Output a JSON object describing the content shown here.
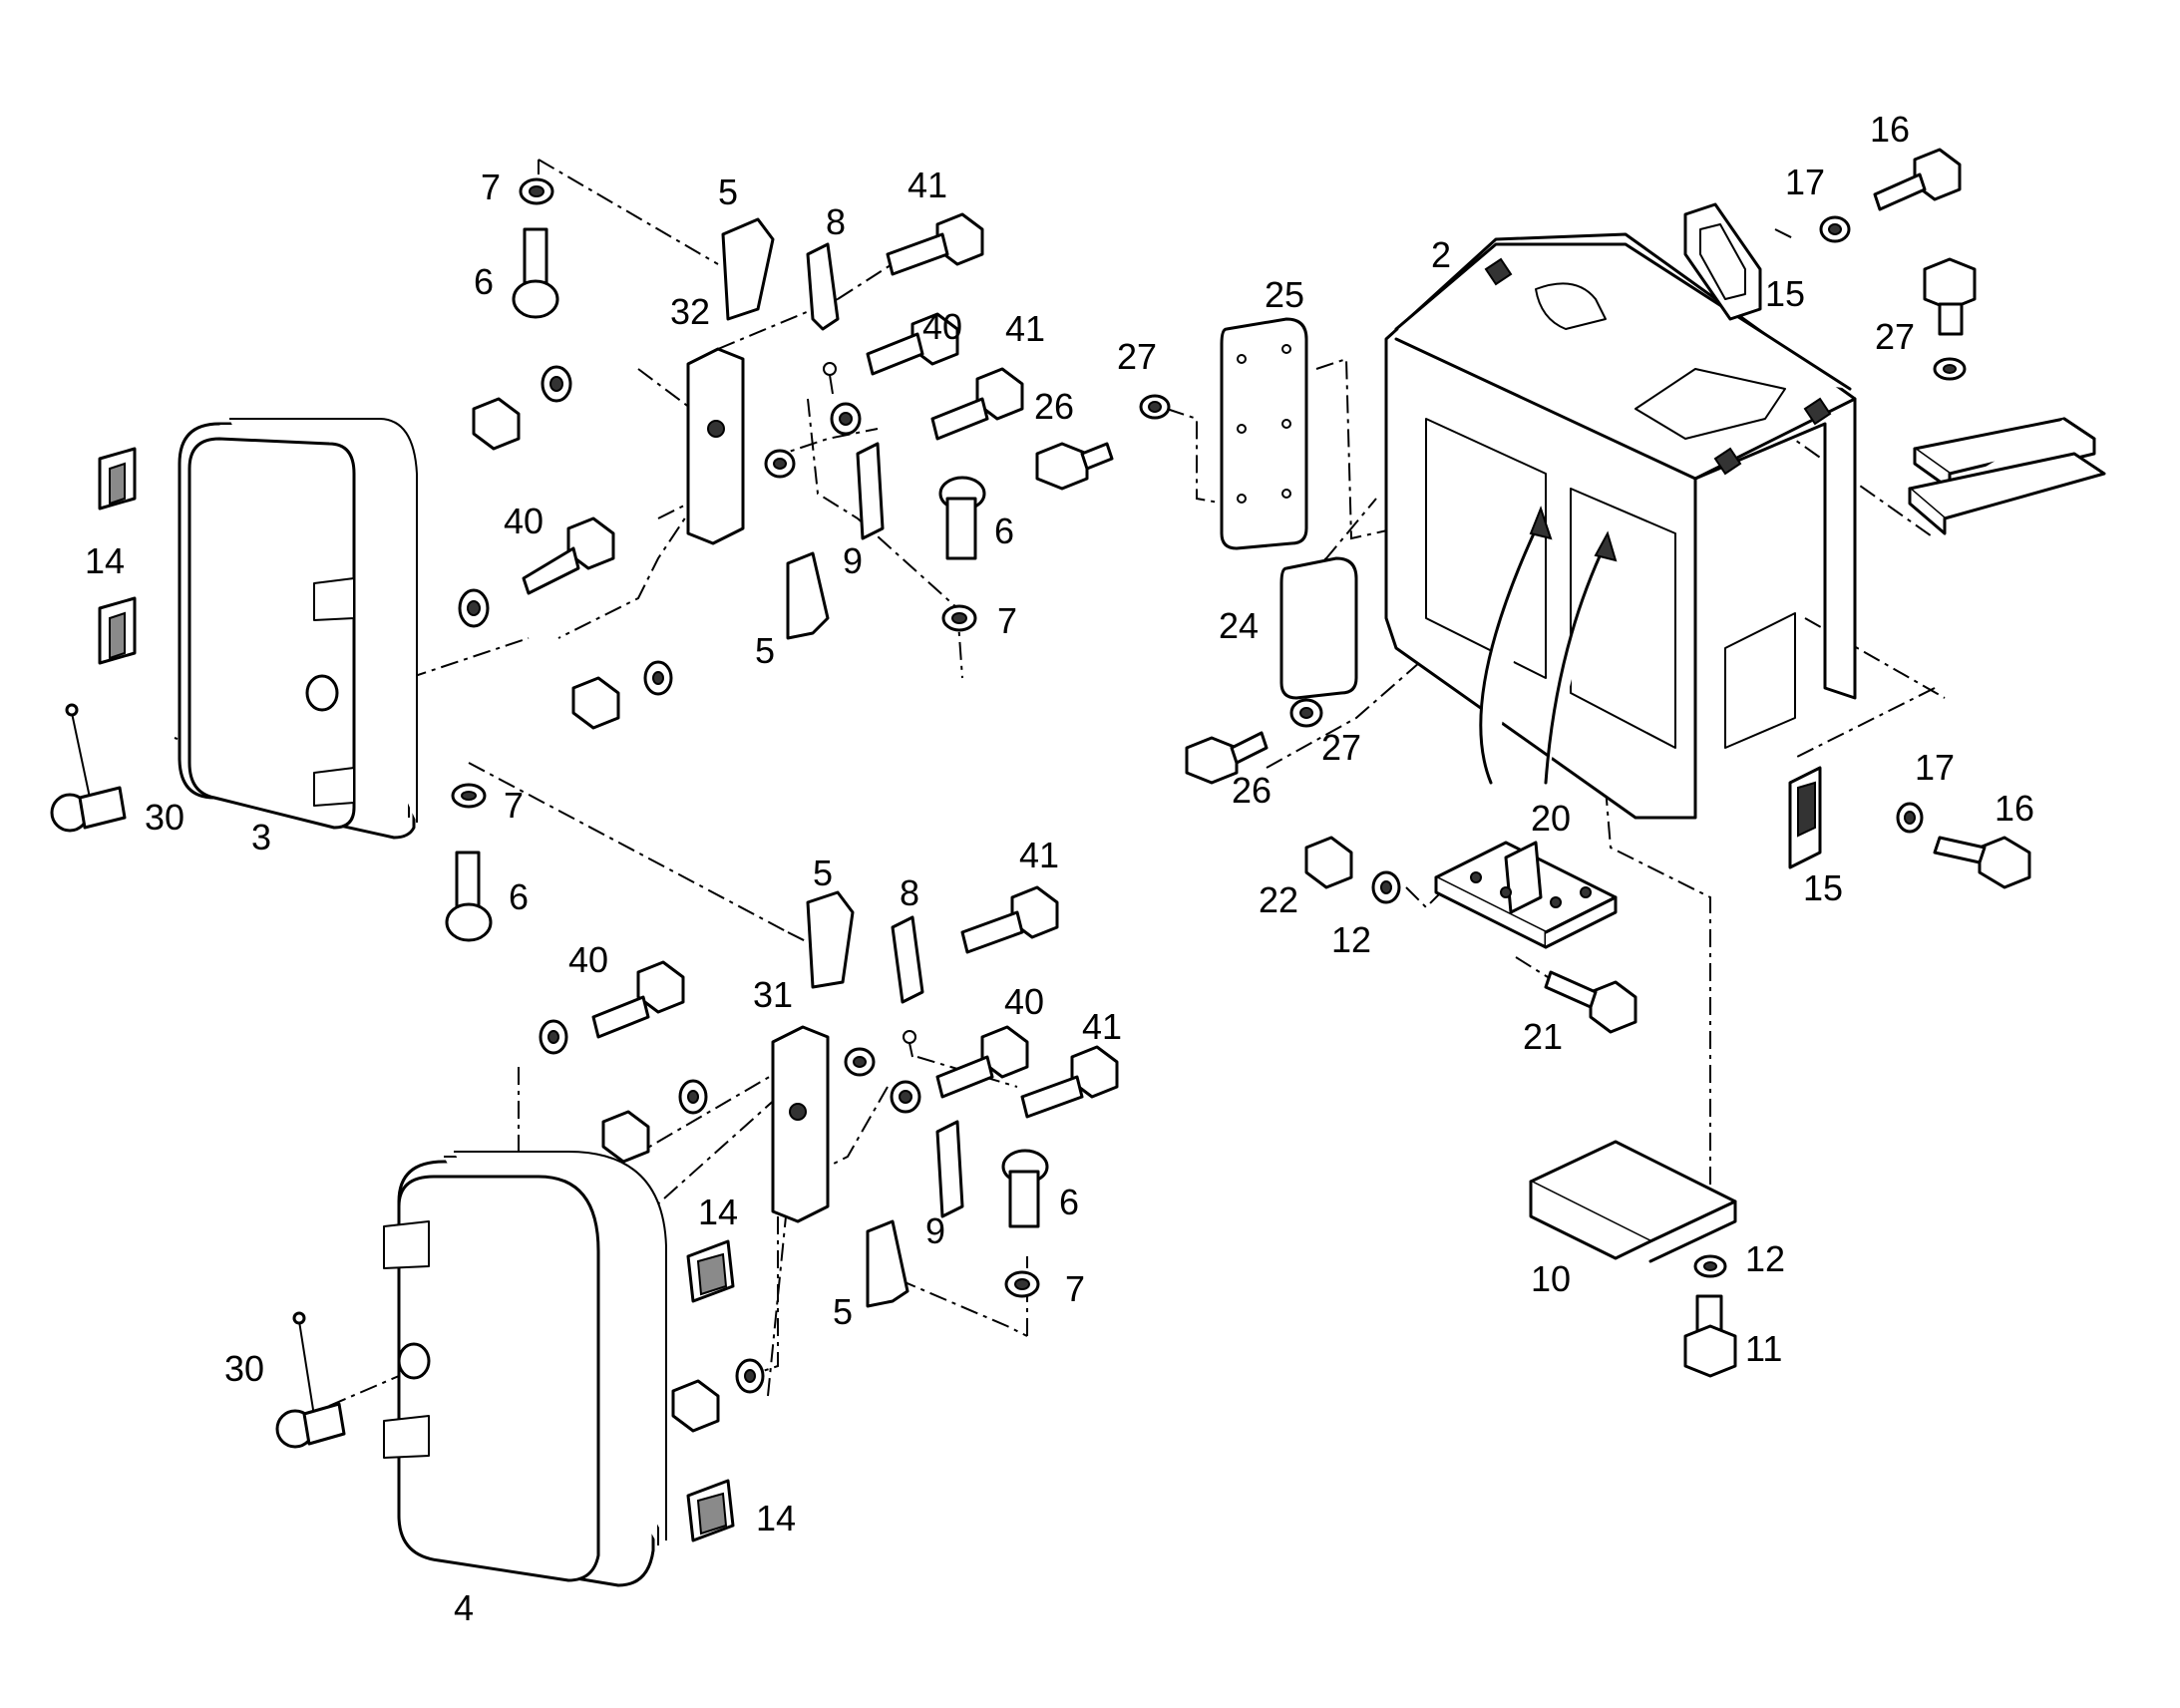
{
  "callouts": {
    "c2": "2",
    "c3": "3",
    "c4": "4",
    "c5a": "5",
    "c5b": "5",
    "c5c": "5",
    "c5d": "5",
    "c6a": "6",
    "c6b": "6",
    "c6c": "6",
    "c6d": "6",
    "c7a": "7",
    "c7b": "7",
    "c7c": "7",
    "c7d": "7",
    "c8a": "8",
    "c8b": "8",
    "c9a": "9",
    "c9b": "9",
    "c10": "10",
    "c11": "11",
    "c12a": "12",
    "c12b": "12",
    "c14a": "14",
    "c14b": "14",
    "c14c": "14",
    "c15a": "15",
    "c15b": "15",
    "c16a": "16",
    "c16b": "16",
    "c17a": "17",
    "c17b": "17",
    "c20": "20",
    "c21": "21",
    "c22": "22",
    "c24": "24",
    "c25": "25",
    "c26a": "26",
    "c26b": "26",
    "c27a": "27",
    "c27b": "27",
    "c27c": "27",
    "c30a": "30",
    "c30b": "30",
    "c31": "31",
    "c32": "32",
    "c40a": "40",
    "c40b": "40",
    "c40c": "40",
    "c40d": "40",
    "c41a": "41",
    "c41b": "41",
    "c41c": "41",
    "c41d": "41"
  }
}
